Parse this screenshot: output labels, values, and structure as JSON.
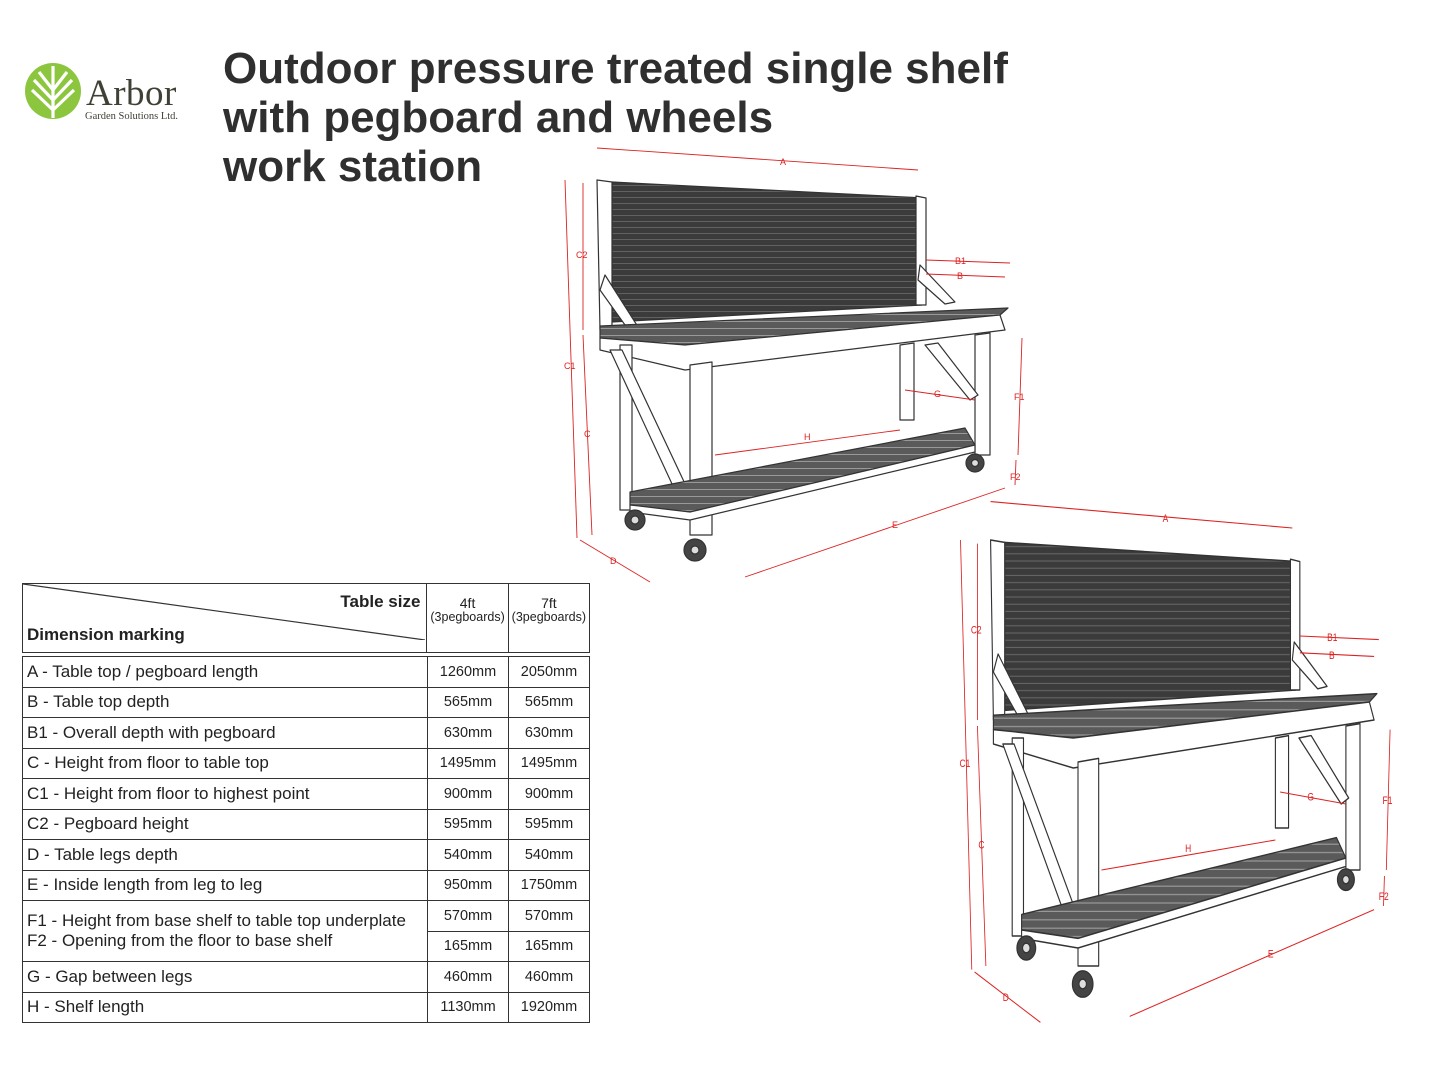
{
  "logo": {
    "name": "Arbor",
    "subtitle": "Garden Solutions Ltd.",
    "color": "#8cc63f"
  },
  "title": [
    "Outdoor pressure treated single shelf",
    "with pegboard and wheels",
    "work station"
  ],
  "drawings": [
    {
      "labels": {
        "A": "A",
        "B1": "B1",
        "B": "B",
        "C2": "C2",
        "C1": "C1",
        "C": "C",
        "F1": "F1",
        "F2": "F2",
        "G": "G",
        "H": "H",
        "E": "E",
        "D": "D"
      }
    },
    {
      "labels": {
        "A": "A",
        "B1": "B1",
        "B": "B",
        "C2": "C2",
        "C1": "C1",
        "C": "C",
        "F1": "F1",
        "F2": "F2",
        "G": "G",
        "H": "H",
        "E": "E",
        "D": "D"
      }
    }
  ],
  "table": {
    "table_size_label": "Table size",
    "dimension_label": "Dimension marking",
    "columns": [
      {
        "size": "4ft",
        "note": "(3pegboards)"
      },
      {
        "size": "7ft",
        "note": "(3pegboards)"
      }
    ],
    "rows": [
      {
        "label": "A - Table top / pegboard length",
        "v4": "1260mm",
        "v7": "2050mm"
      },
      {
        "label": "B - Table top depth",
        "v4": "565mm",
        "v7": "565mm"
      },
      {
        "label": "B1 - Overall depth with pegboard",
        "v4": "630mm",
        "v7": "630mm"
      },
      {
        "label": "C - Height from floor to table top",
        "v4": "1495mm",
        "v7": "1495mm"
      },
      {
        "label": "C1 - Height from floor to highest point",
        "v4": "900mm",
        "v7": "900mm"
      },
      {
        "label": "C2 - Pegboard height",
        "v4": "595mm",
        "v7": "595mm"
      },
      {
        "label": "D - Table legs depth",
        "v4": "540mm",
        "v7": "540mm"
      },
      {
        "label": "E - Inside length from leg to leg",
        "v4": "950mm",
        "v7": "1750mm"
      },
      {
        "label": "F1 - Height from base shelf to table top underplate",
        "v4": "570mm",
        "v7": "570mm"
      },
      {
        "label": "F2 - Opening from the floor to base shelf",
        "v4": "165mm",
        "v7": "165mm"
      },
      {
        "label": "G - Gap between legs",
        "v4": "460mm",
        "v7": "460mm"
      },
      {
        "label": "H - Shelf length",
        "v4": "1130mm",
        "v7": "1920mm"
      }
    ]
  }
}
